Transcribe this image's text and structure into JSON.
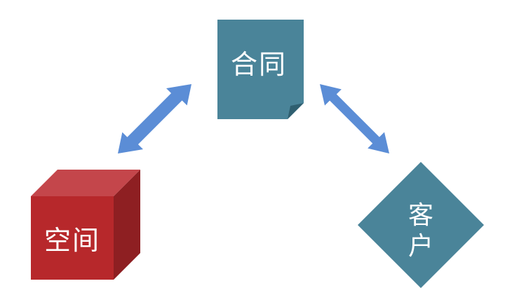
{
  "diagram": {
    "nodes": {
      "contract": {
        "label": "合同",
        "color": "#4a8499"
      },
      "space": {
        "label": "空间",
        "color": "#b7282b"
      },
      "customer": {
        "label": "客户",
        "color": "#4a8499"
      }
    },
    "arrow_color": "#5b8dd6",
    "connections": [
      {
        "from": "space",
        "to": "contract",
        "type": "bidirectional"
      },
      {
        "from": "contract",
        "to": "customer",
        "type": "bidirectional"
      }
    ]
  }
}
